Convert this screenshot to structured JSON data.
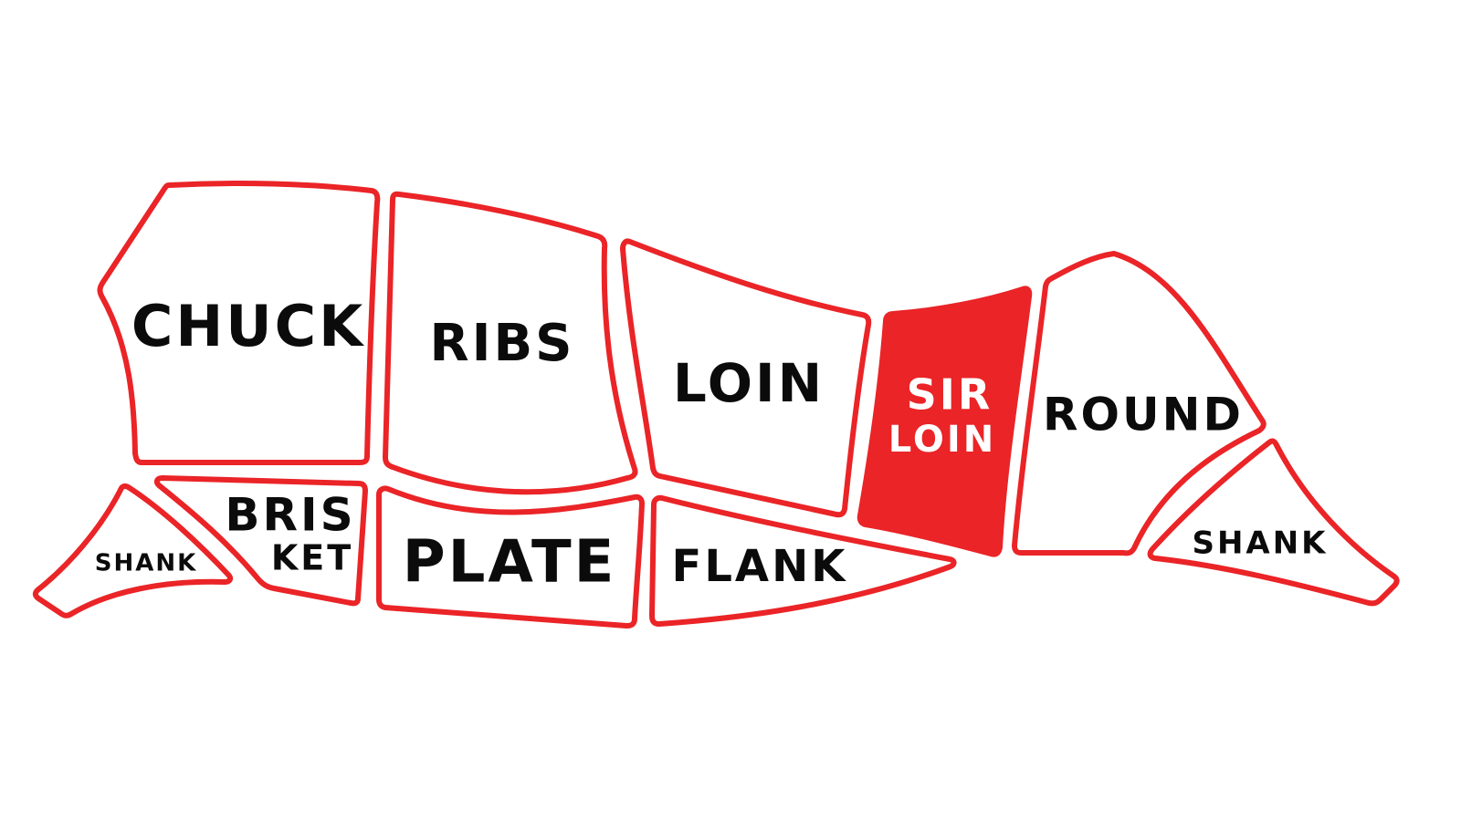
{
  "diagram": {
    "accent_color": "#ea2427",
    "highlighted_cut": "sirloin",
    "cuts": {
      "chuck": {
        "label": "CHUCK"
      },
      "ribs": {
        "label": "RIBS"
      },
      "loin": {
        "label": "LOIN"
      },
      "sirloin": {
        "label_line1": "SIR",
        "label_line2": "LOIN"
      },
      "round": {
        "label": "ROUND"
      },
      "fore_shank": {
        "label": "SHANK"
      },
      "brisket": {
        "label_line1": "BRIS",
        "label_line2": "KET"
      },
      "plate": {
        "label": "PLATE"
      },
      "flank": {
        "label": "FLANK"
      },
      "hind_shank": {
        "label": "SHANK"
      }
    }
  }
}
